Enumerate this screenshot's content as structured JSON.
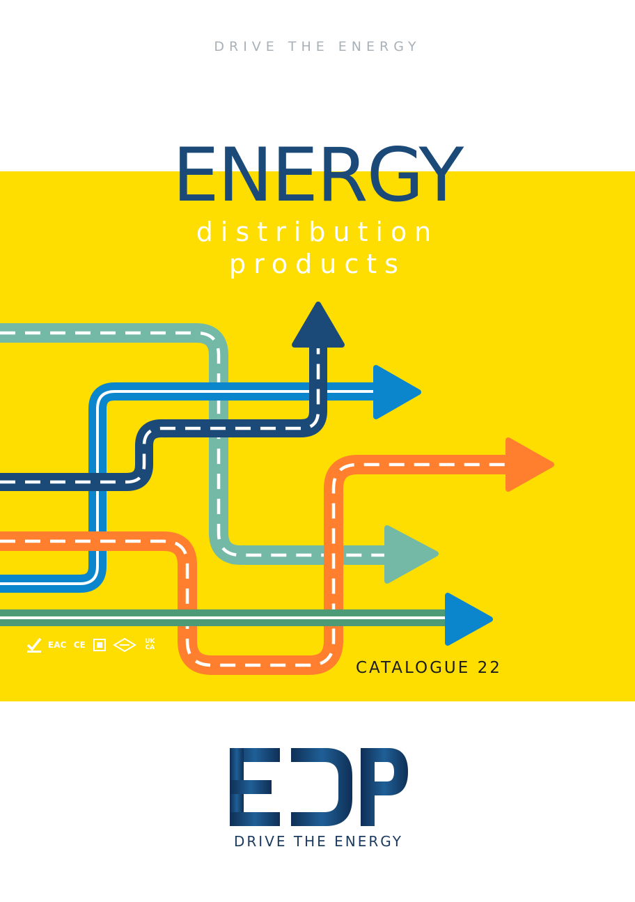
{
  "cover": {
    "tagline_top": "DRIVE THE ENERGY",
    "title": "ENERGY",
    "subtitle_line1": "distribution",
    "subtitle_line2": "products",
    "catalogue": "CATALOGUE 22"
  },
  "certifications": [
    "EAC",
    "CE",
    "UK",
    "CA"
  ],
  "logo": {
    "wordmark": "EDP",
    "tagline": "DRIVE THE ENERGY"
  },
  "colors": {
    "yellow": "#fede00",
    "navy": "#1b4a78",
    "teal": "#74b9a6",
    "blue": "#0b86cc",
    "orange": "#ff7f2e",
    "green": "#4d9a77"
  }
}
